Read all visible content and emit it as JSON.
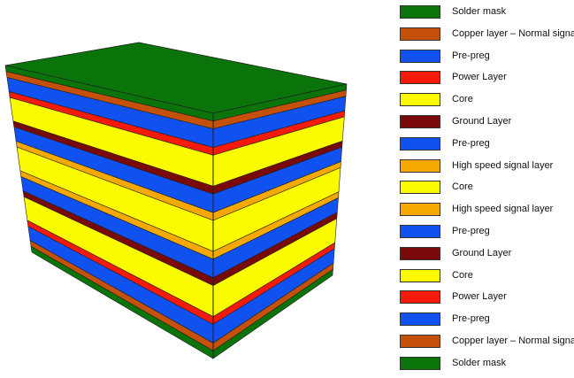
{
  "layer_colors": {
    "solder_mask": "#0a740a",
    "copper": "#c5500a",
    "prepreg": "#0f52f0",
    "power": "#f51a0a",
    "core": "#fbfb00",
    "ground": "#7a0a0a",
    "high_speed": "#f5a800"
  },
  "layers": [
    {
      "label": "Solder mask",
      "type": "solder_mask",
      "weight": 1
    },
    {
      "label": "Copper layer – Normal signa",
      "type": "copper",
      "weight": 1
    },
    {
      "label": "Pre-preg",
      "type": "prepreg",
      "weight": 2.4
    },
    {
      "label": "Power Layer",
      "type": "power",
      "weight": 1
    },
    {
      "label": "Core",
      "type": "core",
      "weight": 4
    },
    {
      "label": "Ground Layer",
      "type": "ground",
      "weight": 1
    },
    {
      "label": "Pre-preg",
      "type": "prepreg",
      "weight": 2.4
    },
    {
      "label": "High speed signal layer",
      "type": "high_speed",
      "weight": 1
    },
    {
      "label": "Core",
      "type": "core",
      "weight": 4
    },
    {
      "label": "High speed signal layer",
      "type": "high_speed",
      "weight": 1
    },
    {
      "label": "Pre-preg",
      "type": "prepreg",
      "weight": 2.4
    },
    {
      "label": "Ground Layer",
      "type": "ground",
      "weight": 1
    },
    {
      "label": "Core",
      "type": "core",
      "weight": 4
    },
    {
      "label": "Power Layer",
      "type": "power",
      "weight": 1
    },
    {
      "label": "Pre-preg",
      "type": "prepreg",
      "weight": 2.4
    },
    {
      "label": "Copper layer – Normal signa",
      "type": "copper",
      "weight": 1
    },
    {
      "label": "Solder mask",
      "type": "solder_mask",
      "weight": 1
    }
  ]
}
